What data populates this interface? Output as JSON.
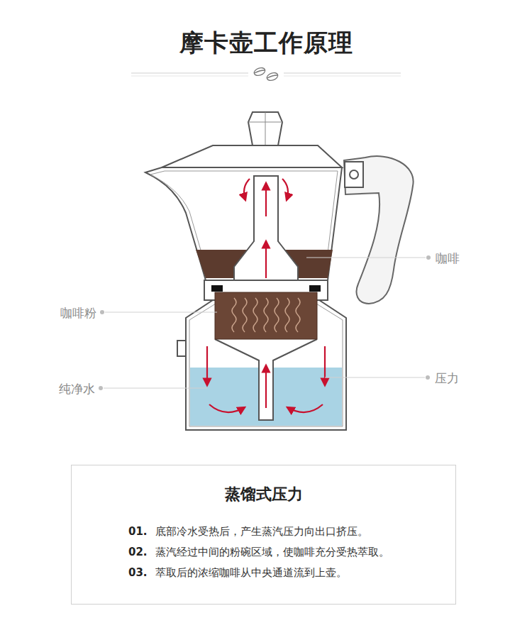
{
  "diagram": {
    "title": "摩卡壶工作原理",
    "nodes": [
      {
        "text": [
          "蒸馏式压力",
          "01.",
          "底部冷水受热后，产生蒸汽压力向出口挤压。",
          "02.",
          "蒸汽经过中间的粉碗区域，使咖啡充分受热萃取。",
          "03.",
          "萃取后的浓缩咖啡从中央通道流到上壶。"
        ]
      }
    ],
    "labels": [
      "咖啡",
      "咖啡粉",
      "纯净水",
      "压力"
    ]
  }
}
